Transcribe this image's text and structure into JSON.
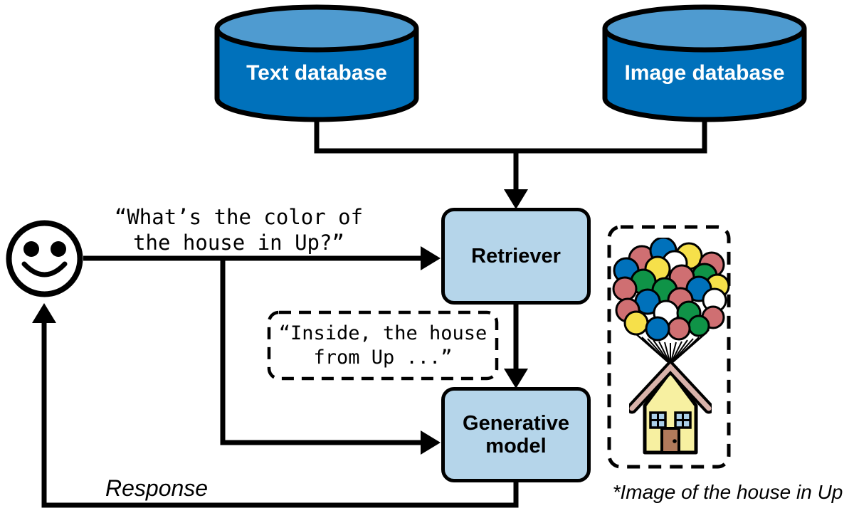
{
  "diagram": {
    "databases": [
      {
        "id": "text",
        "label": "Text database"
      },
      {
        "id": "image",
        "label": "Image database"
      }
    ],
    "nodes": {
      "retriever": {
        "label": "Retriever"
      },
      "generative": {
        "label": "Generative model"
      }
    },
    "messages": {
      "user_query": "“What’s the color of\nthe house in Up?”",
      "retrieved_text": "“Inside, the house\nfrom Up ...”",
      "response_label": "Response",
      "image_caption": "*Image of the house in Up"
    },
    "icons": {
      "user": "smiley-face-icon",
      "databases": "cylinder-database-icon",
      "retrieved_image": "up-house-with-balloons-illustration"
    },
    "colors": {
      "db_body": "#0071bb",
      "db_top": "#4f9bd0",
      "node_fill": "#b5d5ea",
      "outline": "#000000",
      "balloon_blue": "#0071bb",
      "balloon_yellow": "#f6e04a",
      "balloon_rose": "#cf6f72",
      "balloon_green": "#0f9347",
      "balloon_white": "#ffffff",
      "house_wall": "#f7f0a1",
      "house_roof": "#d9b2aa",
      "house_window": "#abcfe8",
      "house_door": "#b17a5b"
    }
  }
}
